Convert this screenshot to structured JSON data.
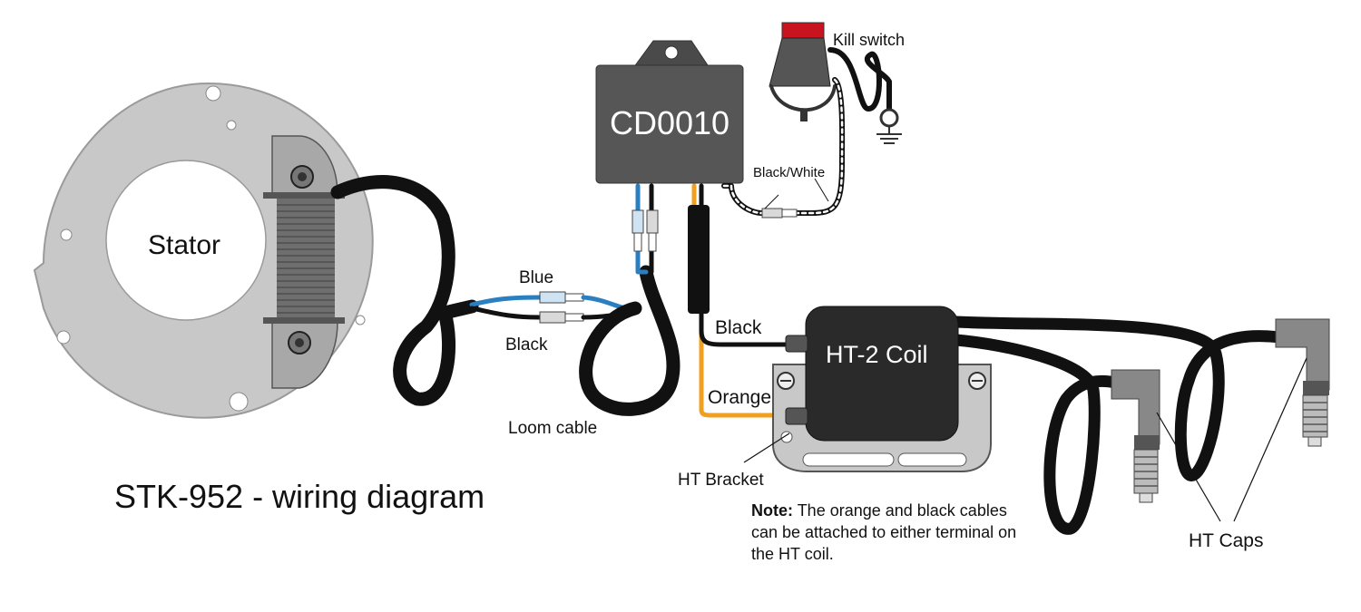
{
  "title": "STK-952 - wiring diagram",
  "stator": {
    "label": "Stator"
  },
  "cdi": {
    "label": "CD0010"
  },
  "coil": {
    "label": "HT-2 Coil"
  },
  "wires": {
    "blue": "Blue",
    "black_stator": "Black",
    "loom": "Loom cable",
    "black_coil": "Black",
    "orange": "Orange",
    "black_white": "Black/White"
  },
  "kill_switch": {
    "label": "Kill switch"
  },
  "ht_bracket": {
    "label": "HT Bracket"
  },
  "ht_caps": {
    "label": "HT Caps"
  },
  "note": {
    "prefix": "Note:",
    "text": "The orange and black cables can be attached to either terminal on the HT coil."
  },
  "colors": {
    "stator_plate": "#c8c8c8",
    "cdi_body": "#565656",
    "coil_body": "#2a2a2a",
    "wire_black": "#111111",
    "wire_blue": "#2a7fc0",
    "wire_orange": "#f0a020",
    "kill_button": "#c8141e"
  }
}
